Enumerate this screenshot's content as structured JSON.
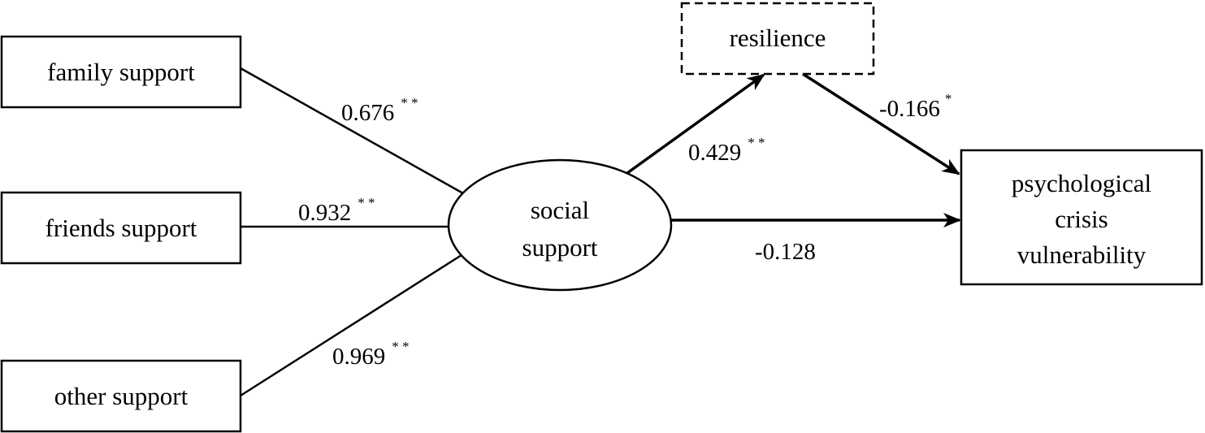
{
  "nodes": {
    "family_support": "family support",
    "friends_support": "friends support",
    "other_support": "other support",
    "social_support": [
      "social",
      "support"
    ],
    "resilience": "resilience",
    "psychological_crisis_vulnerability": [
      "psychological",
      "crisis",
      "vulnerability"
    ]
  },
  "paths": {
    "family_to_social": {
      "coefficient": "0.676",
      "significance": "* *"
    },
    "friends_to_social": {
      "coefficient": "0.932",
      "significance": "* *"
    },
    "other_to_social": {
      "coefficient": "0.969",
      "significance": "* *"
    },
    "social_to_resilience": {
      "coefficient": "0.429",
      "significance": "* *"
    },
    "resilience_to_vulnerability": {
      "coefficient": "-0.166",
      "significance": "*"
    },
    "social_to_vulnerability": {
      "coefficient": "-0.128",
      "significance": ""
    }
  },
  "colors": {
    "stroke": "#000000",
    "background": "#ffffff"
  }
}
